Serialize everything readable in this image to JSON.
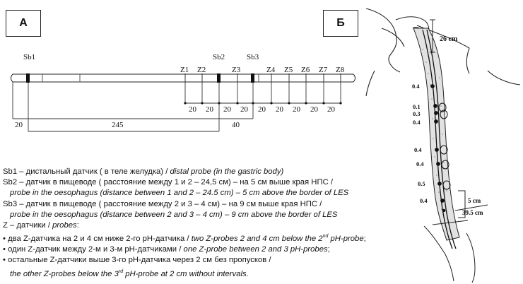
{
  "panels": {
    "a": "А",
    "b": "Б"
  },
  "probe": {
    "sensors": {
      "sb1": "Sb1",
      "sb2": "Sb2",
      "sb3": "Sb3",
      "z1": "Z1",
      "z2": "Z2",
      "z3": "Z3",
      "z4": "Z4",
      "z5": "Z5",
      "z6": "Z6",
      "z7": "Z7",
      "z8": "Z8"
    },
    "dimensions": {
      "z_gaps": [
        "20",
        "20",
        "20",
        "20",
        "20",
        "20",
        "20",
        "20",
        "20"
      ],
      "left_tip": "20",
      "sb1_sb2": "245",
      "sb2_sb3": "40"
    }
  },
  "anatomy": {
    "dist_26": "26 cm",
    "dist_5": "5 cm",
    "dist_395": "39.5 cm",
    "spacings": [
      "0.4",
      "0.1",
      "0.3",
      "0.4",
      "0.4",
      "0.4",
      "0.5",
      "0.4"
    ]
  },
  "legend": {
    "l1_ru": "Sb1 – дистальный датчик ( в теле желудка) / ",
    "l1_en": "distal probe (in the gastric body)",
    "l2_ru": "Sb2 – датчик в пищеводе ( расстояние между 1 и 2 – 24,5 см) – на 5 см выше края НПС /",
    "l3_en": "probe in the oesophagus (distance between 1 and 2 – 24.5 cm) – 5 cm above the border of LES",
    "l4_ru": "Sb3 – датчик в пищеводе ( расстояние между 2 и 3 – 4 см) – на 9 см выше края НПС /",
    "l5_en": "probe in the oesophagus (distance between 2 and 3 – 4 cm) – 9 cm above the border of LES",
    "l6_ru": "Z – датчики / ",
    "l6_en": "probes",
    "l6_tail": ":",
    "l7_ru": "• два Z-датчика на 2 и 4 см ниже 2-го pH-датчика / ",
    "l7_en": "two Z-probes 2 and 4 cm below the 2",
    "l7_sup": "nd",
    "l7_en2": " pH-probe",
    "l7_tail": ";",
    "l8_ru": "• один Z-датчик между 2-м и 3-м pH-датчиками / ",
    "l8_en": "one Z-probe between 2 and 3 pH-probes",
    "l8_tail": ";",
    "l9_ru": "• остальные Z-датчики выше 3-го pH-датчика через 2 см без пропусков /",
    "l10_en": "the other Z-probes below the 3",
    "l10_sup": "rd",
    "l10_en2": " pH-probe at 2 cm without intervals."
  }
}
